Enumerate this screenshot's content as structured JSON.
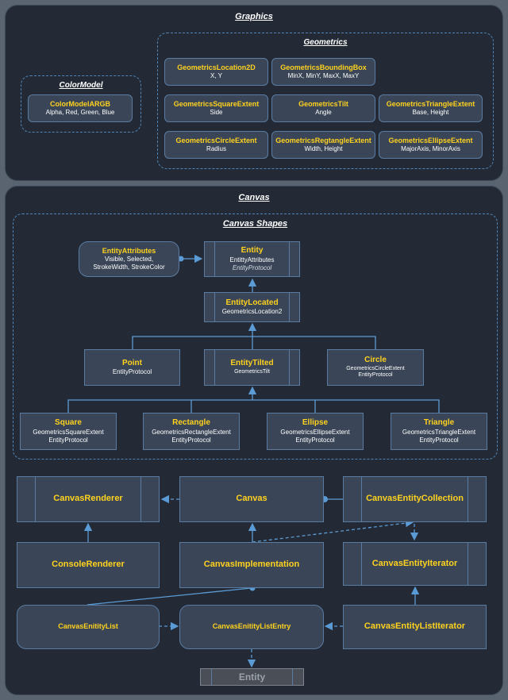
{
  "graphics": {
    "title": "Graphics",
    "color_model": {
      "title": "ColorModel",
      "argb": {
        "name": "ColorModelARGB",
        "fields": "Alpha, Red, Green, Blue"
      }
    },
    "geometrics": {
      "title": "Geometrics",
      "location2d": {
        "name": "GeometricsLocation2D",
        "fields": "X, Y"
      },
      "bounding_box": {
        "name": "GeometricsBoundingBox",
        "fields": "MinX, MinY, MaxX, MaxY"
      },
      "square_extent": {
        "name": "GeometricsSquareExtent",
        "fields": "Side"
      },
      "tilt": {
        "name": "GeometricsTilt",
        "fields": "Angle"
      },
      "triangle_extent": {
        "name": "GeometricsTriangleExtent",
        "fields": "Base, Height"
      },
      "circle_extent": {
        "name": "GeometricsCircleExtent",
        "fields": "Radius"
      },
      "regtangle_extent": {
        "name": "GeometricsRegtangleExtent",
        "fields": "Width, Height"
      },
      "ellipse_extent": {
        "name": "GeometricsEllipseExtent",
        "fields": "MajorAxis, MinorAxis"
      }
    }
  },
  "canvas": {
    "title": "Canvas",
    "shapes": {
      "title": "Canvas Shapes",
      "entity_attributes": {
        "name": "EntityAttributes",
        "fields": "Visible, Selected, StrokeWidth, StrokeColor"
      },
      "entity": {
        "name": "Entity",
        "line1": "EntittyAttributes",
        "line2": "EntityProtocol"
      },
      "entity_located": {
        "name": "EntityLocated",
        "line1": "GeometricsLocation2"
      },
      "point": {
        "name": "Point",
        "line1": "EntityProtocol"
      },
      "entity_tilted": {
        "name": "EntityTilted",
        "line1": "GeometricsTilt"
      },
      "circle": {
        "name": "Circle",
        "line1": "GeometricsCircleExtent",
        "line2": "EntityProtocol"
      },
      "square": {
        "name": "Square",
        "line1": "GeometricsSquareExtent",
        "line2": "EntityProtocol"
      },
      "rectangle": {
        "name": "Rectangle",
        "line1": "GeometricsRectangleExtent",
        "line2": "EntityProtocol"
      },
      "ellipse": {
        "name": "Ellipse",
        "line1": "GeometricsEllipseExtent",
        "line2": "EntityProtocol"
      },
      "triangle": {
        "name": "Triangle",
        "line1": "GeometricsTriangleExtent",
        "line2": "EntityProtocol"
      }
    },
    "canvas_renderer": "CanvasRenderer",
    "canvas": "Canvas",
    "canvas_entity_collection": "CanvasEntityCollection",
    "console_renderer": "ConsoleRenderer",
    "canvas_implementation": "CanvasImplementation",
    "canvas_entity_iterator": "CanvasEntityIterator",
    "canvas_entity_list": "CanvasEnitityList",
    "canvas_entity_list_entry": "CanvasEnitityListEntry",
    "canvas_entity_list_iterator": "CanvasEntityListIterator",
    "entity_ref": "Entity"
  },
  "colors": {
    "background": "#5a6370",
    "panel": "#232a35",
    "node": "#3a4657",
    "node_border": "#5a7ca3",
    "title_yellow": "#ffd21e",
    "link_blue": "#5b9bd5"
  }
}
